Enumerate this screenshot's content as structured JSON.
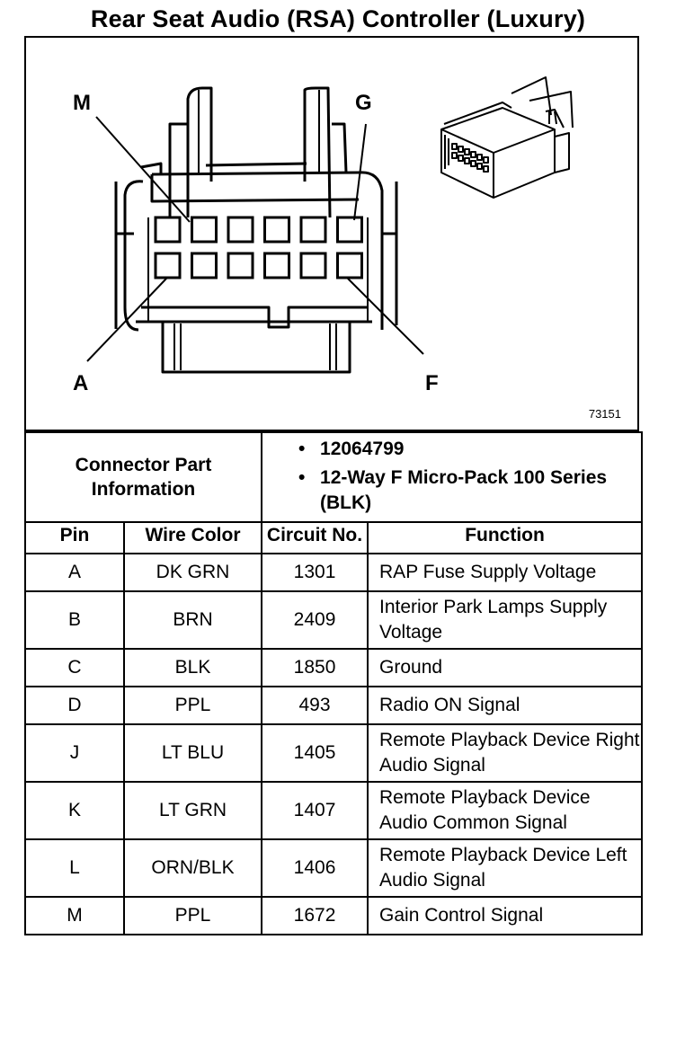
{
  "title": "Rear Seat Audio (RSA) Controller (Luxury)",
  "diagram": {
    "pin_labels": {
      "top_left": "M",
      "top_right": "G",
      "bottom_left": "A",
      "bottom_right": "F"
    },
    "figure_id": "73151",
    "cavity_rows": 2,
    "cavity_cols": 6
  },
  "connector_info": {
    "label": "Connector Part Information",
    "items": [
      "12064799",
      "12-Way F Micro-Pack 100 Series (BLK)"
    ]
  },
  "table": {
    "headers": {
      "pin": "Pin",
      "wire_color": "Wire Color",
      "circuit": "Circuit No.",
      "function": "Function"
    },
    "rows": [
      {
        "pin": "A",
        "wire_color": "DK GRN",
        "circuit": "1301",
        "function": "RAP Fuse Supply Voltage"
      },
      {
        "pin": "B",
        "wire_color": "BRN",
        "circuit": "2409",
        "function": "Interior Park Lamps Supply Voltage"
      },
      {
        "pin": "C",
        "wire_color": "BLK",
        "circuit": "1850",
        "function": "Ground"
      },
      {
        "pin": "D",
        "wire_color": "PPL",
        "circuit": "493",
        "function": "Radio ON Signal"
      },
      {
        "pin": "J",
        "wire_color": "LT BLU",
        "circuit": "1405",
        "function": "Remote Playback Device Right Audio Signal"
      },
      {
        "pin": "K",
        "wire_color": "LT GRN",
        "circuit": "1407",
        "function": "Remote Playback Device Audio Common Signal"
      },
      {
        "pin": "L",
        "wire_color": "ORN/BLK",
        "circuit": "1406",
        "function": "Remote Playback Device Left Audio Signal"
      },
      {
        "pin": "M",
        "wire_color": "PPL",
        "circuit": "1672",
        "function": "Gain Control Signal"
      }
    ]
  }
}
